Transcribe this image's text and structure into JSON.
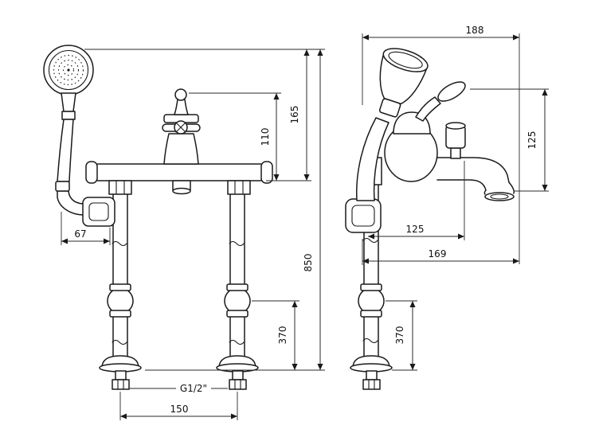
{
  "page": {
    "background": "#ffffff",
    "line_color": "#1a1a1a"
  },
  "drawing": {
    "dims": {
      "width_188": "188",
      "height_165": "165",
      "height_110": "110",
      "height_125_side": "125",
      "offset_67": "67",
      "width_125_side": "125",
      "width_169_side": "169",
      "height_850": "850",
      "height_370_front": "370",
      "height_370_side": "370",
      "width_150": "150",
      "thread_label": "G1/2\""
    }
  }
}
